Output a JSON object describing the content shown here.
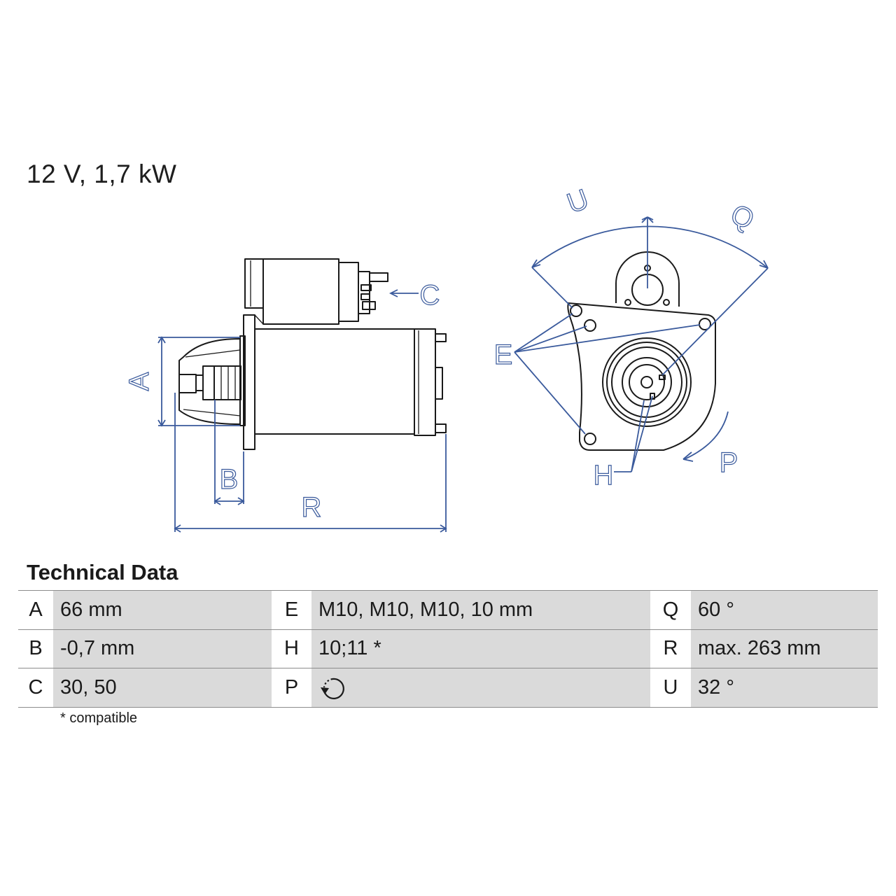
{
  "heading": "12 V, 1,7 kW",
  "dimension_labels": {
    "A": "A",
    "B": "B",
    "C": "C",
    "E": "E",
    "H": "H",
    "P": "P",
    "Q": "Q",
    "R": "R",
    "U": "U"
  },
  "technical_data": {
    "title": "Technical Data",
    "rows": [
      [
        {
          "key": "A",
          "value": "66 mm"
        },
        {
          "key": "E",
          "value": "M10, M10, M10, 10 mm"
        },
        {
          "key": "Q",
          "value": "60 °"
        }
      ],
      [
        {
          "key": "B",
          "value": "-0,7 mm"
        },
        {
          "key": "H",
          "value": "10;11 *"
        },
        {
          "key": "R",
          "value": "max. 263 mm"
        }
      ],
      [
        {
          "key": "C",
          "value": "30, 50"
        },
        {
          "key": "P",
          "value": "",
          "icon": "clockwise-rotation-icon"
        },
        {
          "key": "U",
          "value": "32 °"
        }
      ]
    ],
    "footnote": "* compatible"
  },
  "colors": {
    "dimension": "#3a5a9c",
    "cell_background": "#dadada",
    "text": "#1a1a1a"
  }
}
